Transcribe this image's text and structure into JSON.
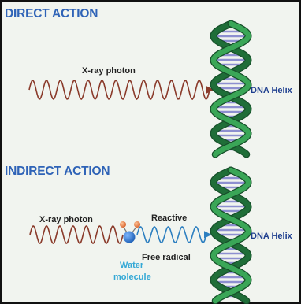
{
  "direct": {
    "heading": "DIRECT ACTION",
    "photon_label": "X-ray photon",
    "helix_label": "DNA Helix"
  },
  "indirect": {
    "heading": "INDIRECT ACTION",
    "photon_label": "X-ray photon",
    "reactive_label": "Reactive",
    "radical_label": "Free radical",
    "water_label_1": "Water",
    "water_label_2": "molecule",
    "helix_label": "DNA Helix"
  },
  "colors": {
    "heading": "#2f63b7",
    "wave_brown": "#8a3a2a",
    "wave_blue": "#2d7fc0",
    "helix_green_light": "#3aa657",
    "helix_green_dark": "#1f6e38",
    "helix_rungs": "#8d8fd0",
    "water_molecule": "#2878c8",
    "hydrogen": "#e07b3a"
  }
}
